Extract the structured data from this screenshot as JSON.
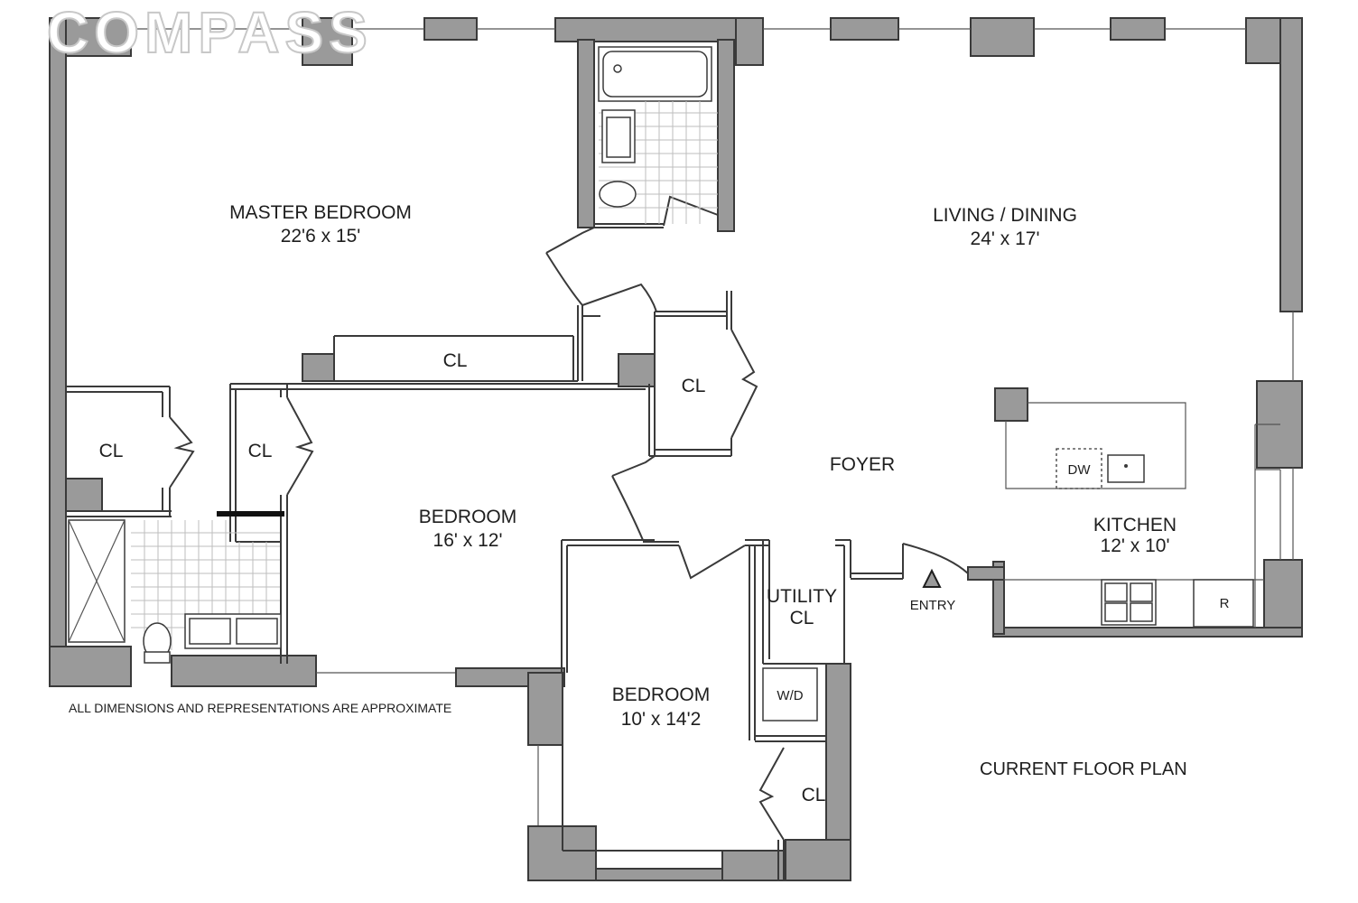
{
  "logo": {
    "text": "COMPASS"
  },
  "rooms": {
    "master_bedroom": {
      "name": "MASTER BEDROOM",
      "size": "22'6 x 15'"
    },
    "living_dining": {
      "name": "LIVING / DINING",
      "size": "24' x 17'"
    },
    "bedroom_1": {
      "name": "BEDROOM",
      "size": "16' x 12'"
    },
    "bedroom_2": {
      "name": "BEDROOM",
      "size": "10' x 14'2"
    },
    "kitchen": {
      "name": "KITCHEN",
      "size": "12' x 10'"
    },
    "foyer": {
      "name": "FOYER"
    },
    "utility": {
      "line1": "UTILITY",
      "line2": "CL"
    }
  },
  "closets": {
    "master_cl": "CL",
    "left_cl": "CL",
    "middle_cl": "CL",
    "foyer_cl": "CL",
    "bedroom2_cl": "CL"
  },
  "appliances": {
    "dishwasher": "DW",
    "washer_dryer": "W/D",
    "refrigerator": "R"
  },
  "entry": {
    "label": "ENTRY"
  },
  "disclaimer": "ALL DIMENSIONS AND REPRESENTATIONS ARE APPROXIMATE",
  "plan_title": "CURRENT FLOOR PLAN"
}
